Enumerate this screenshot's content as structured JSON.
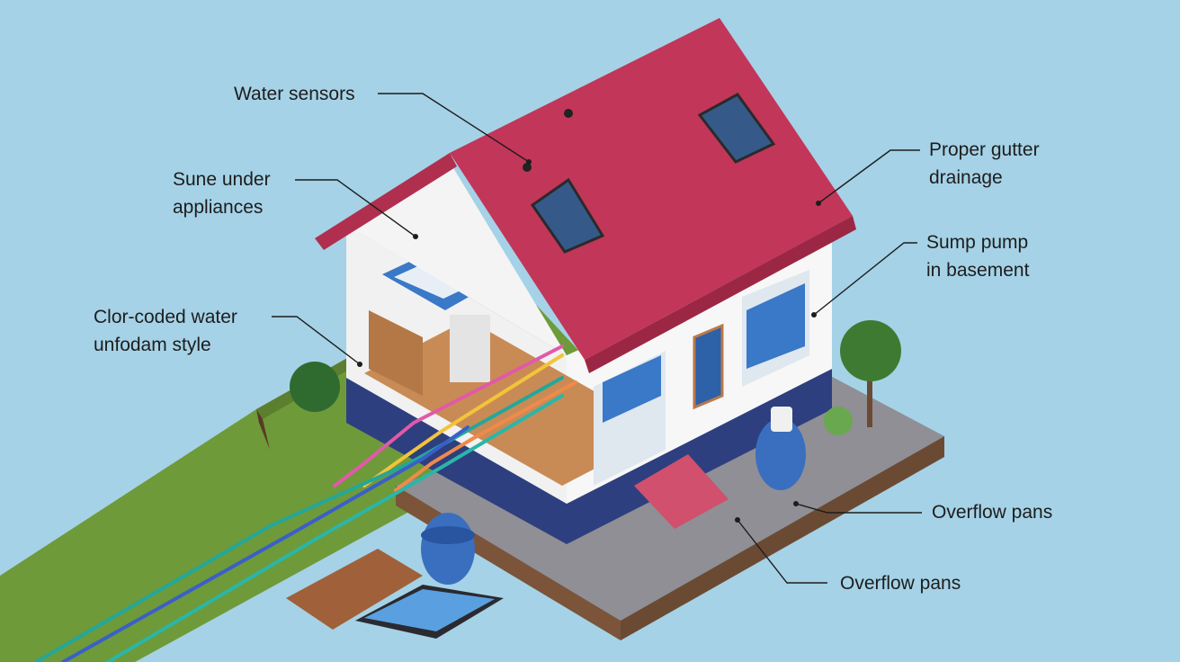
{
  "colors": {
    "sky": "#a5d2e6",
    "grass": "#6e9a3a",
    "roof": "#c2365a",
    "wall": "#f3f3f3",
    "foundation": "#2e3f7f",
    "patio": "#8f8f95",
    "water_blue": "#3a78c8"
  },
  "pipe_colors": [
    "#e05aa8",
    "#f3c33a",
    "#f08a4a",
    "#23a79a",
    "#2ab6a8",
    "#3b5fc7"
  ],
  "icons": [
    "water-sensor-icon",
    "sump-pump-icon",
    "water-barrel-icon"
  ],
  "labels": {
    "water_sensors": [
      "Water sensors"
    ],
    "sune_under": [
      "Sune under",
      "appliances"
    ],
    "color_coded": [
      "Clor-coded water",
      "unfodam style"
    ],
    "gutter": [
      "Proper gutter",
      "drainage"
    ],
    "sump_pump": [
      "Sump pump",
      "in basement"
    ],
    "overflow_1": [
      "Overflow pans"
    ],
    "overflow_2": [
      "Overflow pans"
    ]
  }
}
